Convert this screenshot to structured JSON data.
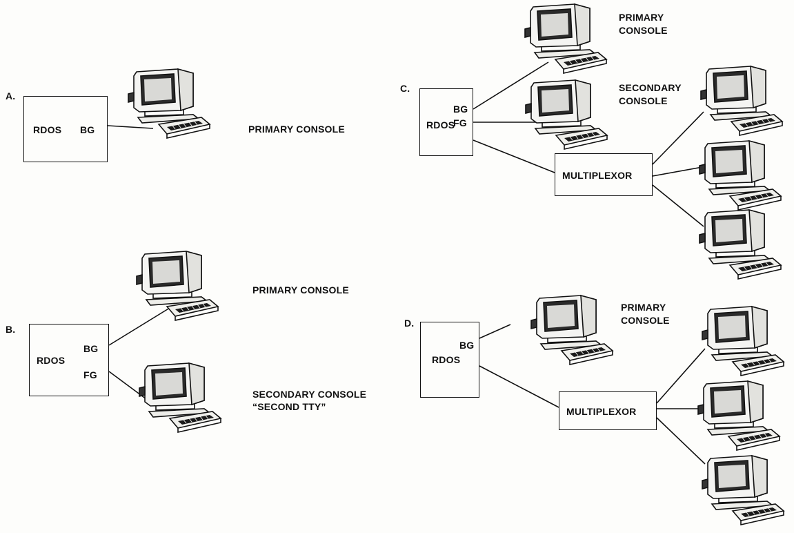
{
  "diagram_a": {
    "letter": "A.",
    "host": {
      "name": "RDOS",
      "bg": "BG"
    },
    "console": "PRIMARY CONSOLE"
  },
  "diagram_b": {
    "letter": "B.",
    "host": {
      "name": "RDOS",
      "bg": "BG",
      "fg": "FG"
    },
    "primary_console": "PRIMARY CONSOLE",
    "secondary_console": "SECONDARY CONSOLE",
    "secondary_console_alias": "“SECOND TTY”"
  },
  "diagram_c": {
    "letter": "C.",
    "host": {
      "name": "RDOS",
      "bg": "BG",
      "fg": "FG"
    },
    "primary_console": [
      "PRIMARY",
      "CONSOLE"
    ],
    "secondary_console": [
      "SECONDARY",
      "CONSOLE"
    ],
    "multiplexor": "MULTIPLEXOR"
  },
  "diagram_d": {
    "letter": "D.",
    "host": {
      "name": "RDOS",
      "bg": "BG"
    },
    "primary_console": [
      "PRIMARY",
      "CONSOLE"
    ],
    "multiplexor": "MULTIPLEXOR"
  },
  "colors": {
    "ink": "#111111",
    "paper": "#fdfdfb"
  },
  "icons": [
    "crt-terminal-icon"
  ]
}
